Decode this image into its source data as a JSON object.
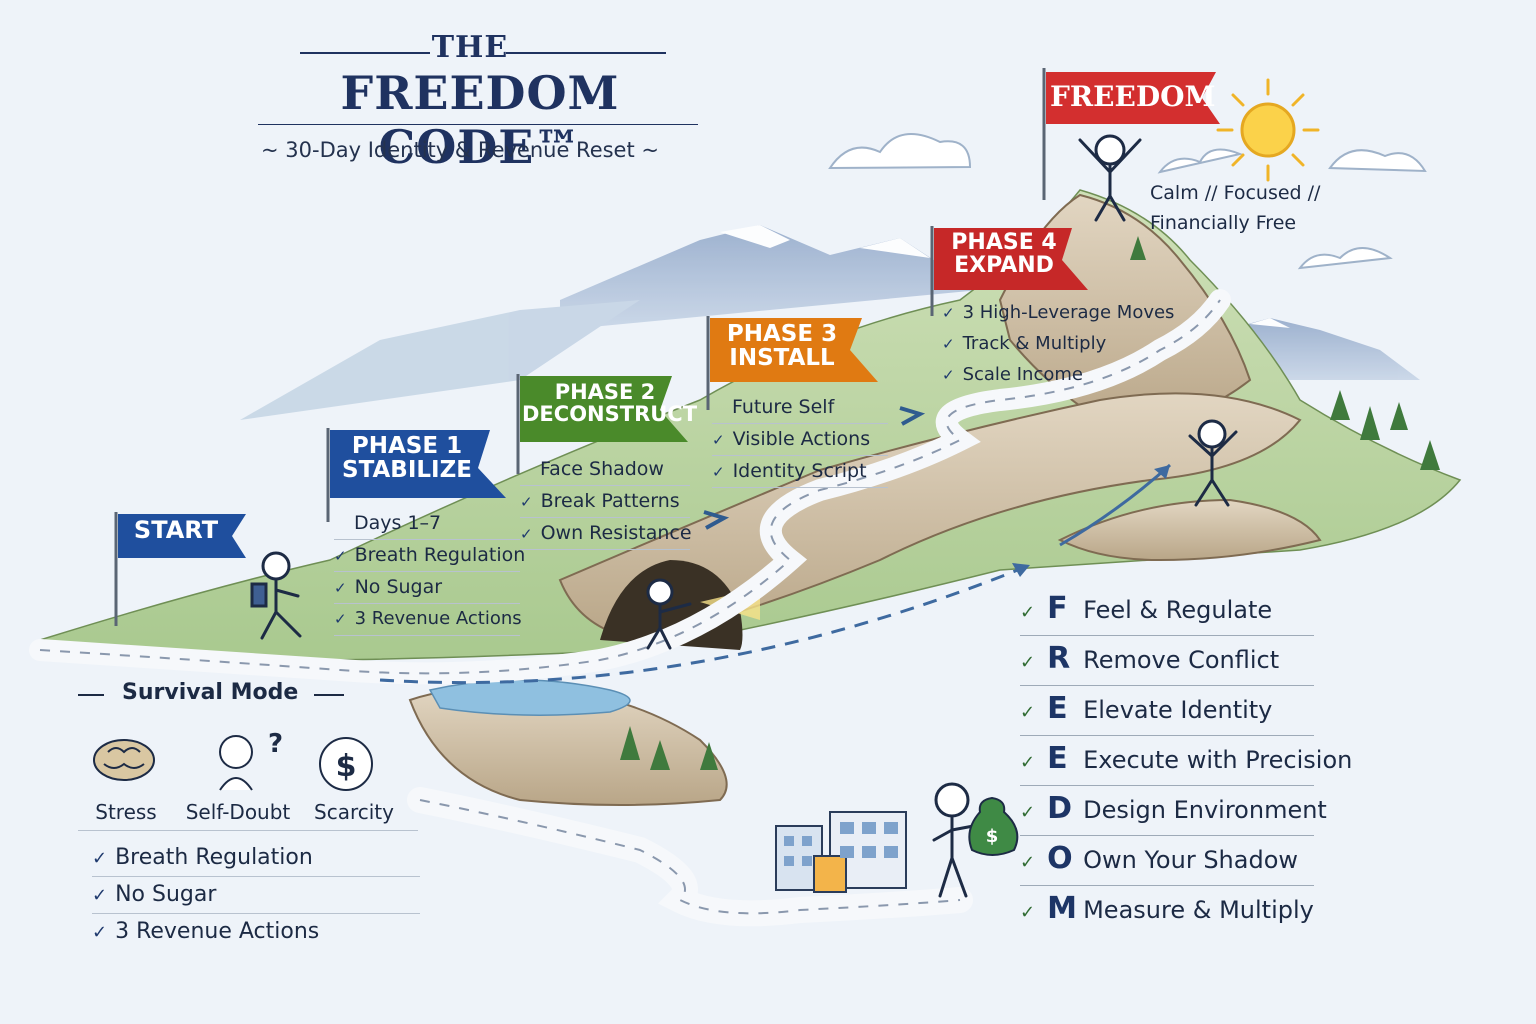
{
  "title": {
    "the": "THE",
    "main": "FREEDOM CODE™",
    "subtitle": "~ 30-Day Identity & Revenue Reset ~"
  },
  "start": {
    "label": "START"
  },
  "phases": [
    {
      "line1": "PHASE 1",
      "line2": "STABILIZE",
      "color": "#1f4f9e",
      "items": [
        "Days 1–7",
        "Breath Regulation",
        "No Sugar",
        "3 Revenue Actions"
      ]
    },
    {
      "line1": "PHASE 2",
      "line2": "DECONSTRUCT",
      "color": "#4a8a2a",
      "items": [
        "Face Shadow",
        "Break Patterns",
        "Own Resistance"
      ]
    },
    {
      "line1": "PHASE 3",
      "line2": "INSTALL",
      "color": "#e07a12",
      "items": [
        "Future Self",
        "Visible Actions",
        "Identity Script"
      ]
    },
    {
      "line1": "PHASE 4",
      "line2": "EXPAND",
      "color": "#c62828",
      "items": [
        "3 High-Leverage Moves",
        "Track & Multiply",
        "Scale Income"
      ]
    }
  ],
  "summit": {
    "flag": "FREEDOM",
    "color": "#d32f2f",
    "tagline1": "Calm // Focused //",
    "tagline2": "Financially Free"
  },
  "survival": {
    "title": "Survival Mode",
    "icons": [
      {
        "label": "Stress",
        "icon": "brain-icon"
      },
      {
        "label": "Self-Doubt",
        "icon": "thinking-person-icon"
      },
      {
        "label": "Scarcity",
        "icon": "dollar-coin-icon"
      }
    ],
    "items": [
      "Breath Regulation",
      "No Sugar",
      "3 Revenue Actions"
    ]
  },
  "freedom_acronym": [
    {
      "letter": "F",
      "text": "Feel & Regulate"
    },
    {
      "letter": "R",
      "text": "Remove Conflict"
    },
    {
      "letter": "E",
      "text": "Elevate Identity"
    },
    {
      "letter": "E",
      "text": "Execute with Precision"
    },
    {
      "letter": "D",
      "text": "Design Environment"
    },
    {
      "letter": "O",
      "text": "Own Your Shadow"
    },
    {
      "letter": "M",
      "text": "Measure & Multiply"
    }
  ],
  "colors": {
    "navy": "#1f3260",
    "sky": "#eef3f9",
    "grass": "#7fb26a",
    "rock": "#c9b79c",
    "path": "#f4f6f9"
  }
}
